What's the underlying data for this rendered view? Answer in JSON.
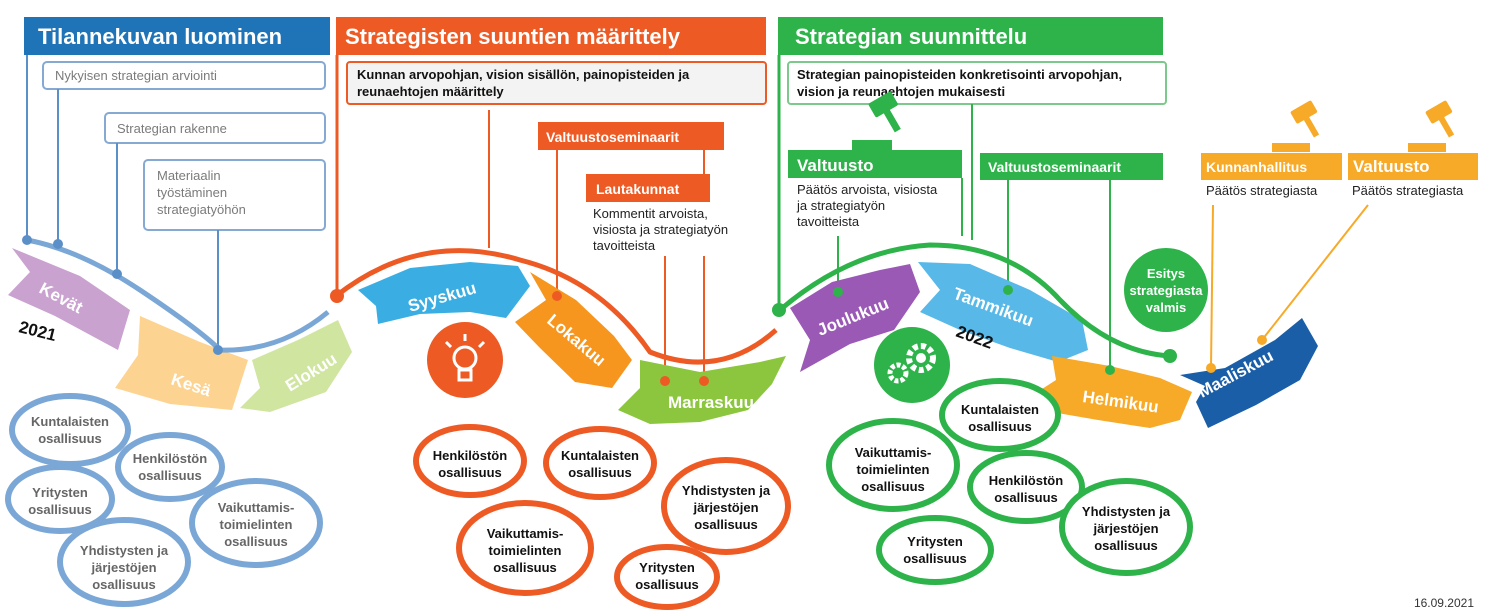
{
  "phases": [
    {
      "title": "Tilannekuvan luominen",
      "color": "#1f73b7"
    },
    {
      "title": "Strategisten suuntien määrittely",
      "color": "#ee5a24"
    },
    {
      "title": "Strategian suunnittelu",
      "color": "#2db34a"
    }
  ],
  "phase1_boxes": [
    "Nykyisen strategian arviointi",
    "Strategian rakenne",
    "Materiaalin",
    "työstäminen",
    "strategiatyöhön"
  ],
  "phase2_box": [
    "Kunnan arvopohjan, vision sisällön, painopisteiden ja",
    "reunaehtojen määrittely"
  ],
  "phase3_box": [
    "Strategian painopisteiden konkretisointi arvopohjan,",
    "vision ja reunaehtojen mukaisesti"
  ],
  "events": {
    "valtuustoseminaarit1": "Valtuustoseminaarit",
    "lautakunnat": "Lautakunnat",
    "lautakunnat_text": [
      "Kommentit arvoista,",
      "visiosta ja strategiatyön",
      "tavoitteista"
    ],
    "valtuusto1": "Valtuusto",
    "valtuusto1_text": [
      "Päätös arvoista, visiosta",
      "ja strategiatyön",
      "tavoitteista"
    ],
    "valtuustoseminaarit2": "Valtuustoseminaarit",
    "kunnanhallitus": "Kunnanhallitus",
    "kunnanhallitus_text": "Päätös strategiasta",
    "valtuusto2": "Valtuusto",
    "valtuusto2_text": "Päätös strategiasta",
    "esitys": [
      "Esitys",
      "strategiasta",
      "valmis"
    ]
  },
  "months": [
    "Kevät",
    "Kesä",
    "Elokuu",
    "Syyskuu",
    "Lokakuu",
    "Marraskuu",
    "Joulukuu",
    "Tammikuu",
    "Helmikuu",
    "Maaliskuu"
  ],
  "years": [
    "2021",
    "2022"
  ],
  "bubbles_blue": [
    [
      "Kuntalaisten",
      "osallisuus"
    ],
    [
      "Henkilöstön",
      "osallisuus"
    ],
    [
      "Yritysten",
      "osallisuus"
    ],
    [
      "Vaikuttamis-",
      "toimielinten",
      "osallisuus"
    ],
    [
      "Yhdistysten ja",
      "järjestöjen",
      "osallisuus"
    ]
  ],
  "bubbles_orange": [
    [
      "Henkilöstön",
      "osallisuus"
    ],
    [
      "Kuntalaisten",
      "osallisuus"
    ],
    [
      "Yhdistysten ja",
      "järjestöjen",
      "osallisuus"
    ],
    [
      "Vaikuttamis-",
      "toimielinten",
      "osallisuus"
    ],
    [
      "Yritysten",
      "osallisuus"
    ]
  ],
  "bubbles_green": [
    [
      "Kuntalaisten",
      "osallisuus"
    ],
    [
      "Vaikuttamis-",
      "toimielinten",
      "osallisuus"
    ],
    [
      "Henkilöstön",
      "osallisuus"
    ],
    [
      "Yhdistysten ja",
      "järjestöjen",
      "osallisuus"
    ],
    [
      "Yritysten",
      "osallisuus"
    ]
  ],
  "date": "16.09.2021",
  "icons": [
    "lightbulb-icon",
    "gears-icon",
    "gavel-icon"
  ]
}
